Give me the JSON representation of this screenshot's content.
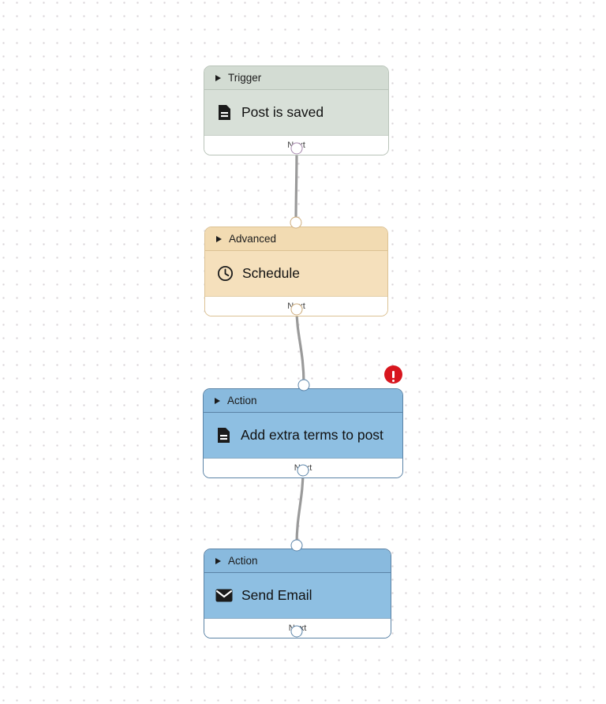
{
  "canvas": {
    "grid": "dot-grid",
    "background_color": "#ffffff",
    "dot_color": "#d8d2d6"
  },
  "colors": {
    "trigger_fill": "#d8e0d8",
    "trigger_header": "#d3dcd3",
    "advanced_fill": "#f5e0bc",
    "advanced_header": "#f2dbb2",
    "action_fill": "#8ebfe2",
    "action_header": "#89bade",
    "error_badge": "#d8161e",
    "connector": "#9a9a9a"
  },
  "nodes": [
    {
      "id": "trigger-post-is-saved",
      "type_label": "Trigger",
      "title": "Post is saved",
      "icon": "document-icon",
      "footer_label": "Next",
      "variant": "trigger",
      "has_error": false
    },
    {
      "id": "advanced-schedule",
      "type_label": "Advanced",
      "title": "Schedule",
      "icon": "clock-icon",
      "footer_label": "Next",
      "variant": "advanced",
      "has_error": false
    },
    {
      "id": "action-add-extra-terms",
      "type_label": "Action",
      "title": "Add extra terms to post",
      "icon": "document-icon",
      "footer_label": "Next",
      "variant": "action",
      "has_error": true
    },
    {
      "id": "action-send-email",
      "type_label": "Action",
      "title": "Send Email",
      "icon": "envelope-icon",
      "footer_label": "Next",
      "variant": "action",
      "has_error": false
    }
  ]
}
